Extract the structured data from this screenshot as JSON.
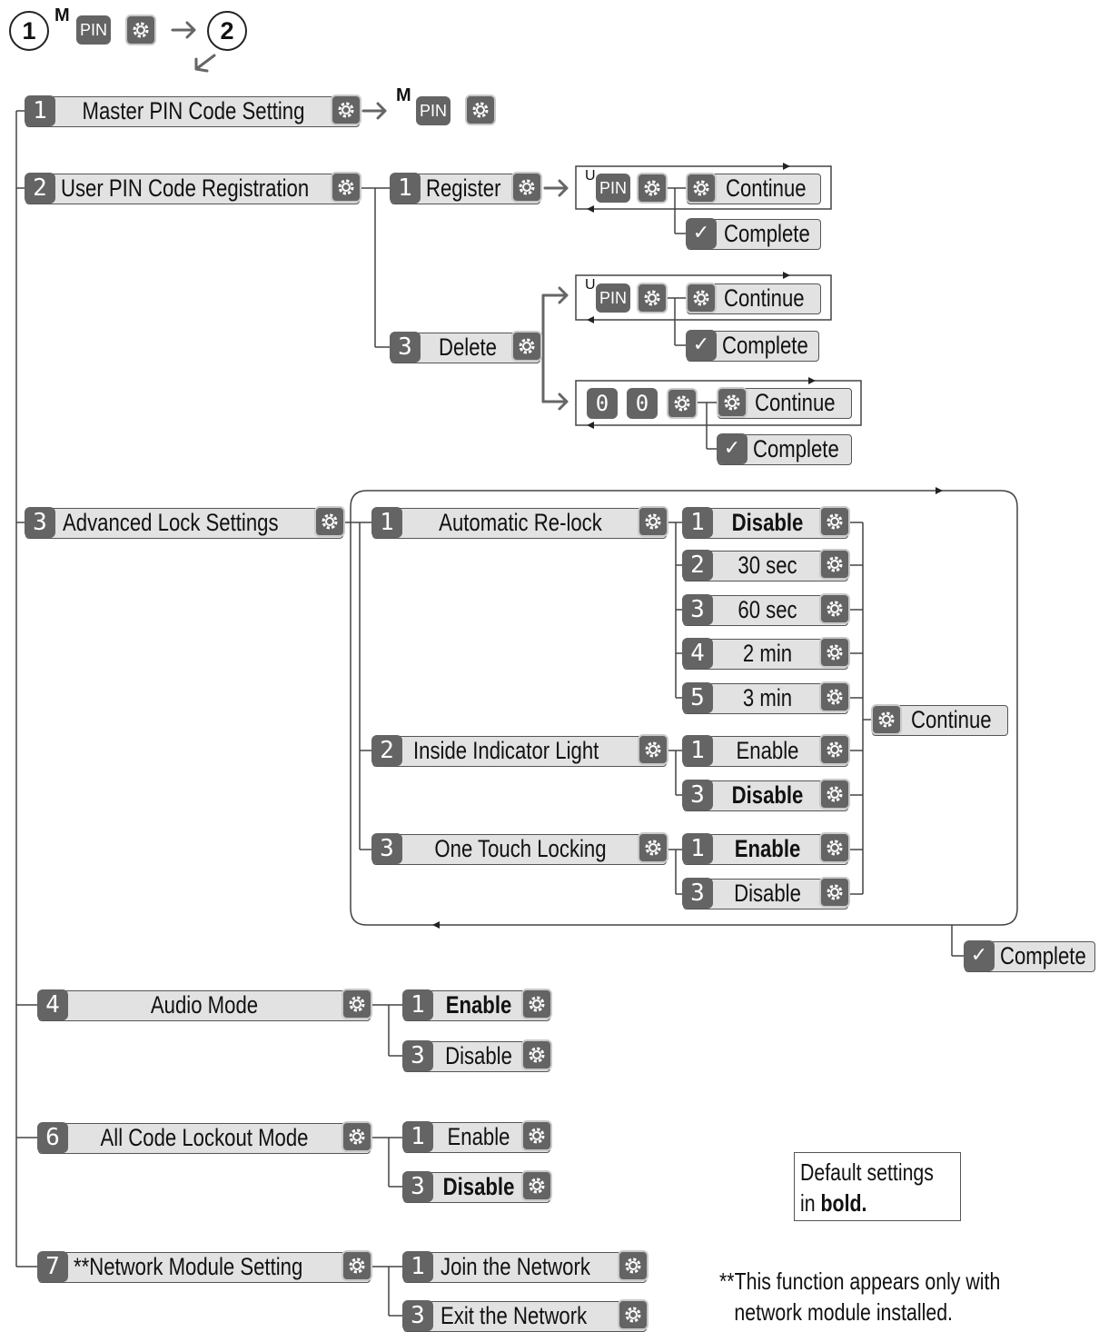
{
  "header": {
    "step1": "1",
    "step2": "2",
    "m": "M",
    "pin": "PIN"
  },
  "menu": {
    "master": {
      "num": "1",
      "label": "Master PIN Code Setting",
      "m": "M",
      "pin": "PIN"
    },
    "user_pin": {
      "num": "2",
      "label": "User PIN Code Registration",
      "register": {
        "num": "1",
        "label": "Register"
      },
      "delete": {
        "num": "3",
        "label": "Delete"
      },
      "u": "U",
      "pin": "PIN",
      "zero": "0",
      "continue": "Continue",
      "complete": "Complete",
      "check": "✓"
    },
    "advanced": {
      "num": "3",
      "label": "Advanced Lock Settings",
      "relock": {
        "num": "1",
        "label": "Automatic Re-lock",
        "options": [
          {
            "num": "1",
            "label": "Disable"
          },
          {
            "num": "2",
            "label": "30 sec"
          },
          {
            "num": "3",
            "label": "60 sec"
          },
          {
            "num": "4",
            "label": "2 min"
          },
          {
            "num": "5",
            "label": "3 min"
          }
        ]
      },
      "indicator": {
        "num": "2",
        "label": "Inside Indicator Light",
        "options": [
          {
            "num": "1",
            "label": "Enable"
          },
          {
            "num": "3",
            "label": "Disable"
          }
        ]
      },
      "onetouch": {
        "num": "3",
        "label": "One Touch Locking",
        "options": [
          {
            "num": "1",
            "label": "Enable"
          },
          {
            "num": "3",
            "label": "Disable"
          }
        ]
      },
      "continue": "Continue",
      "complete": "Complete",
      "check": "✓"
    },
    "audio": {
      "num": "4",
      "label": "Audio Mode",
      "options": [
        {
          "num": "1",
          "label": "Enable"
        },
        {
          "num": "3",
          "label": "Disable"
        }
      ]
    },
    "lockout": {
      "num": "6",
      "label": "All Code Lockout Mode",
      "options": [
        {
          "num": "1",
          "label": "Enable"
        },
        {
          "num": "3",
          "label": "Disable"
        }
      ]
    },
    "network": {
      "num": "7",
      "label": "**Network Module Setting",
      "options": [
        {
          "num": "1",
          "label": "Join the Network"
        },
        {
          "num": "3",
          "label": "Exit the Network"
        }
      ]
    }
  },
  "legend": {
    "line1": "Default settings",
    "line2_prefix": "in ",
    "line2_bold": "bold."
  },
  "footnote": {
    "line1": "**This function appears only with",
    "line2": "network module installed."
  }
}
